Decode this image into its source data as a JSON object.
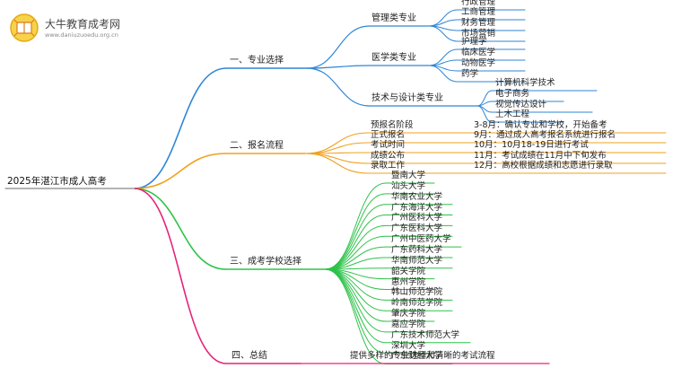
{
  "brand": {
    "title": "大牛教育成考网",
    "url": "www.daniuzuoedu.org.cn"
  },
  "colors": {
    "blue": "#2f86d6",
    "orange": "#f0a11d",
    "green": "#2ec24a",
    "pink": "#e6247a",
    "root_line": "#888888"
  },
  "root": {
    "label": "2025年湛江市成人高考"
  },
  "branches": [
    {
      "label": "一、专业选择",
      "color": "blue",
      "children": [
        {
          "label": "管理类专业",
          "items": [
            "行政管理",
            "工商管理",
            "财务管理",
            "市场营销"
          ]
        },
        {
          "label": "医学类专业",
          "items": [
            "护理学",
            "临床医学",
            "动物医学",
            "药学"
          ]
        },
        {
          "label": "技术与设计类专业",
          "items": [
            "计算机科学技术",
            "电子商务",
            "视觉传达设计",
            "土木工程"
          ]
        }
      ]
    },
    {
      "label": "二、报名流程",
      "color": "orange",
      "rows": [
        {
          "stage": "预报名阶段",
          "detail": "3-8月：确认专业和学校，开始备考"
        },
        {
          "stage": "正式报名",
          "detail": "9月：通过成人高考报名系统进行报名"
        },
        {
          "stage": "考试时间",
          "detail": "10月：10月18-19日进行考试"
        },
        {
          "stage": "成绩公布",
          "detail": "11月：考试成绩在11月中下旬发布"
        },
        {
          "stage": "录取工作",
          "detail": "12月：高校根据成绩和志愿进行录取"
        }
      ]
    },
    {
      "label": "三、成考学校选择",
      "color": "green",
      "items": [
        "暨南大学",
        "汕头大学",
        "华南农业大学",
        "广东海洋大学",
        "广州医科大学",
        "广东医科大学",
        "广州中医药大学",
        "广东药科大学",
        "华南师范大学",
        "韶关学院",
        "惠州学院",
        "韩山师范学院",
        "岭南师范学院",
        "肇庆学院",
        "嘉应学院",
        "广东技术师范大学",
        "深圳大学",
        "广东财经大学"
      ]
    },
    {
      "label": "四、总结",
      "color": "pink",
      "summary": "提供多样的专业选择和清晰的考试流程"
    }
  ]
}
